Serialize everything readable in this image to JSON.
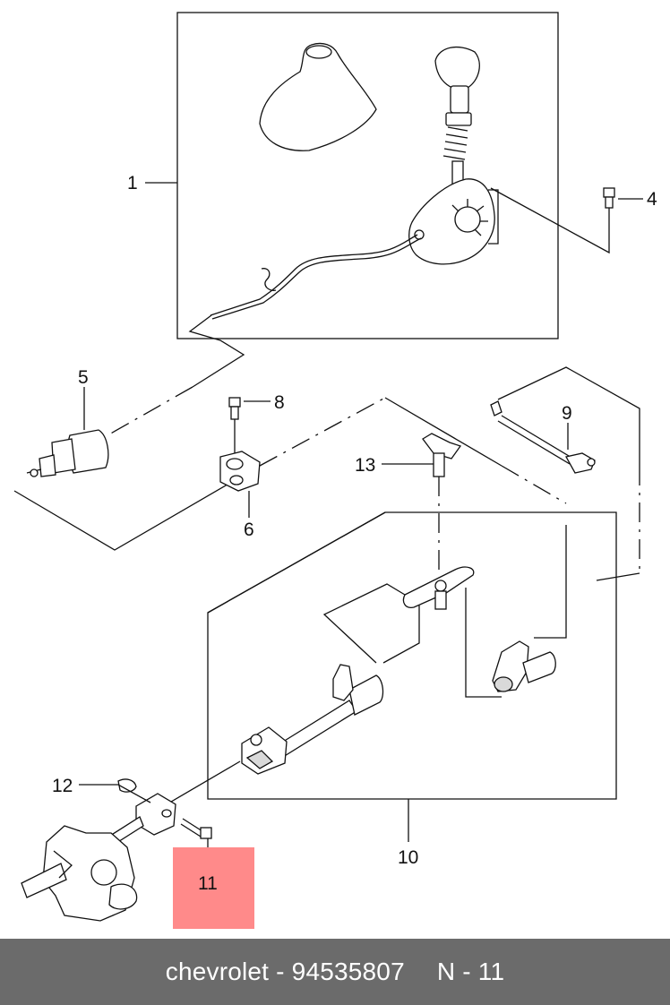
{
  "colors": {
    "footer_bg": "#6b6b6b",
    "highlight": "#ff8a8a",
    "ink": "#111111"
  },
  "callouts": {
    "c1": "1",
    "c4": "4",
    "c5": "5",
    "c6": "6",
    "c8": "8",
    "c9": "9",
    "c10": "10",
    "c11": "11",
    "c12": "12",
    "c13": "13"
  },
  "footer": {
    "brand": "chevrolet",
    "separator": "-",
    "part_number": "94535807",
    "page_ref": "N - 11"
  }
}
